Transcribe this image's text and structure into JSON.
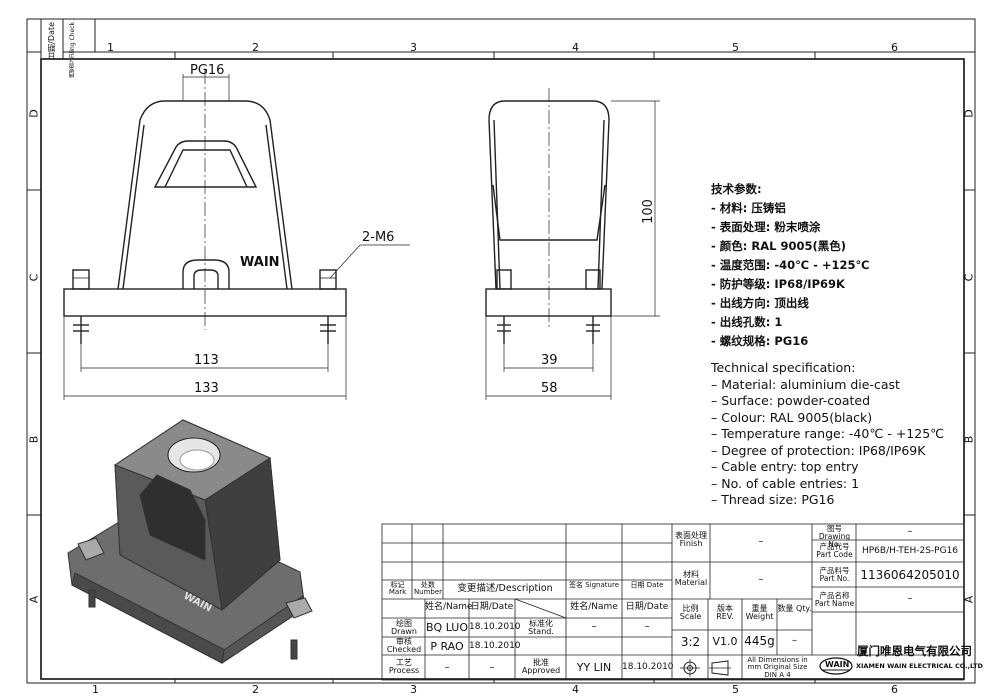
{
  "side_strip": {
    "date_label": "日期/Date",
    "filing_label": "档案号 Filing Check"
  },
  "grid": {
    "cols": [
      "1",
      "2",
      "3",
      "4",
      "5",
      "6"
    ],
    "rows": [
      "D",
      "C",
      "B",
      "A"
    ]
  },
  "dims": {
    "pg16": "PG16",
    "m6": "2-M6",
    "d113": "113",
    "d133": "133",
    "d100": "100",
    "d39": "39",
    "d58": "58",
    "brand": "WAIN"
  },
  "spec_cn": {
    "title": "技术参数:",
    "lines": [
      "- 材料: 压铸铝",
      "- 表面处理: 粉末喷涂",
      "- 颜色: RAL 9005(黑色)",
      "- 温度范围: -40℃ - +125℃",
      "- 防护等级: IP68/IP69K",
      "- 出线方向: 顶出线",
      "- 出线孔数: 1",
      "- 螺纹规格: PG16"
    ]
  },
  "spec_en": {
    "title": "Technical specification:",
    "lines": [
      "– Material: aluminium die-cast",
      "– Surface: powder-coated",
      "– Colour: RAL 9005(black)",
      "– Temperature range: -40℃ - +125℃",
      "– Degree of protection: IP68/IP69K",
      "– Cable entry: top entry",
      "– No. of cable entries: 1",
      "– Thread size: PG16"
    ]
  },
  "title_block": {
    "finish_label": "表面处理 Finish",
    "finish_value": "–",
    "material_label": "材料 Material",
    "material_value": "–",
    "drawing_no_label": "图号 Drawing No.",
    "drawing_no_value": "–",
    "part_code_label": "产品代号 Part Code",
    "part_code_value": "HP6B/H-TEH-2S-PG16",
    "part_no_label": "产品料号 Part No.",
    "part_no_value": "1136064205010",
    "part_name_label": "产品名称 Part Name",
    "part_name_value": "–",
    "mark_label": "标记 Mark",
    "number_label": "处数 Number",
    "desc_label": "变更描述/Description",
    "signature_label": "签名 Signature",
    "date_label": "日期 Date",
    "name_label": "姓名/Name",
    "date2_label": "日期/Date",
    "stand_label": "标准化 Stand.",
    "drawn_label": "绘图 Drawn",
    "drawn_name": "BQ LUO",
    "drawn_date": "18.10.2010",
    "checked_label": "审核 Checked",
    "checked_name": "P RAO",
    "checked_date": "18.10.2010",
    "process_label": "工艺 Process",
    "process_name": "–",
    "process_date": "–",
    "approved_label": "批准 Approved",
    "approved_name": "YY LIN",
    "approved_date": "18.10.2010",
    "stand_name": "–",
    "stand_date": "–",
    "scale_label": "比例 Scale",
    "rev_label": "版本 REV.",
    "weight_label": "重量 Weight",
    "qty_label": "数量 Qty.",
    "scale_value": "3:2",
    "rev_value": "V1.0",
    "weight_value": "445g",
    "qty_value": "–",
    "dims_note": "All Dimensions in mm Original Size DIN A 4",
    "company_cn": "厦门唯恩电气有限公司",
    "company_en": "XIAMEN WAIN ELECTRICAL CO.,LTD",
    "logo_text": "WAIN"
  }
}
